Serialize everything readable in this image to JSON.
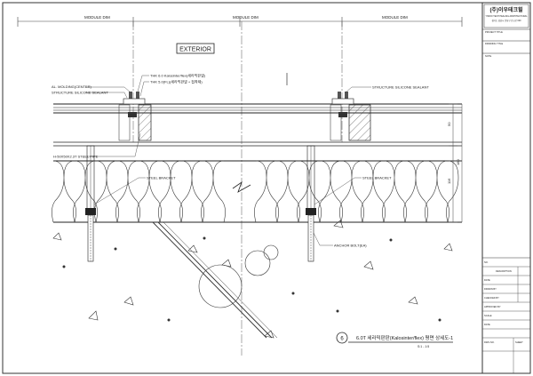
{
  "header": {
    "dim_left": "MODULE DIM",
    "dim_mid": "MODULE DIM",
    "dim_right": "MODULE DIM"
  },
  "drawing": {
    "exterior_label": "EXTERIOR",
    "callouts": {
      "molding": "AL. MOLDING(CENTER)",
      "sealant_left": "STRUCTURE SILICONE SEALANT",
      "sealant_right": "STRUCTURE SILICONE SEALANT",
      "panel_line1": "THK 6.0 Kalosinter/flex(세라믹판넬)",
      "panel_line2": "THK 5.0(FL)(세라믹판넬 + 접착제)",
      "pipe": "H-50X50X2.3T STEEL PIPE",
      "bracket_left": "STEEL BRACKET",
      "bracket_right": "STEEL BRACKET",
      "anchor": "ANCHOR BOLT(EA)"
    },
    "right_dims": {
      "d1": "50",
      "d2": "180",
      "d3": "116"
    },
    "caption": {
      "number": "6",
      "title": "6.0T 세라믹판판(Kalosinter/flex) 평면 상세도-1",
      "scale": "S:1 - 1:5"
    }
  },
  "title_block": {
    "company": "(주)이우테크힐",
    "company_sub": "YIWOO TECH HEALING ARCHITECTURAL",
    "company_addr": "경기도 성남시 분당구 판교로 000",
    "project_label": "PROJECT TITLE",
    "drawing_label": "DRAWING TITLE",
    "notes_label": "NOTE",
    "rows": [
      "NO.",
      "DESCRIPTION",
      "DATE",
      "DRAWN BY",
      "CHECKED BY",
      "APPROVED BY",
      "SCALE",
      "DATE",
      "DWG NO.",
      "SHEET"
    ]
  }
}
